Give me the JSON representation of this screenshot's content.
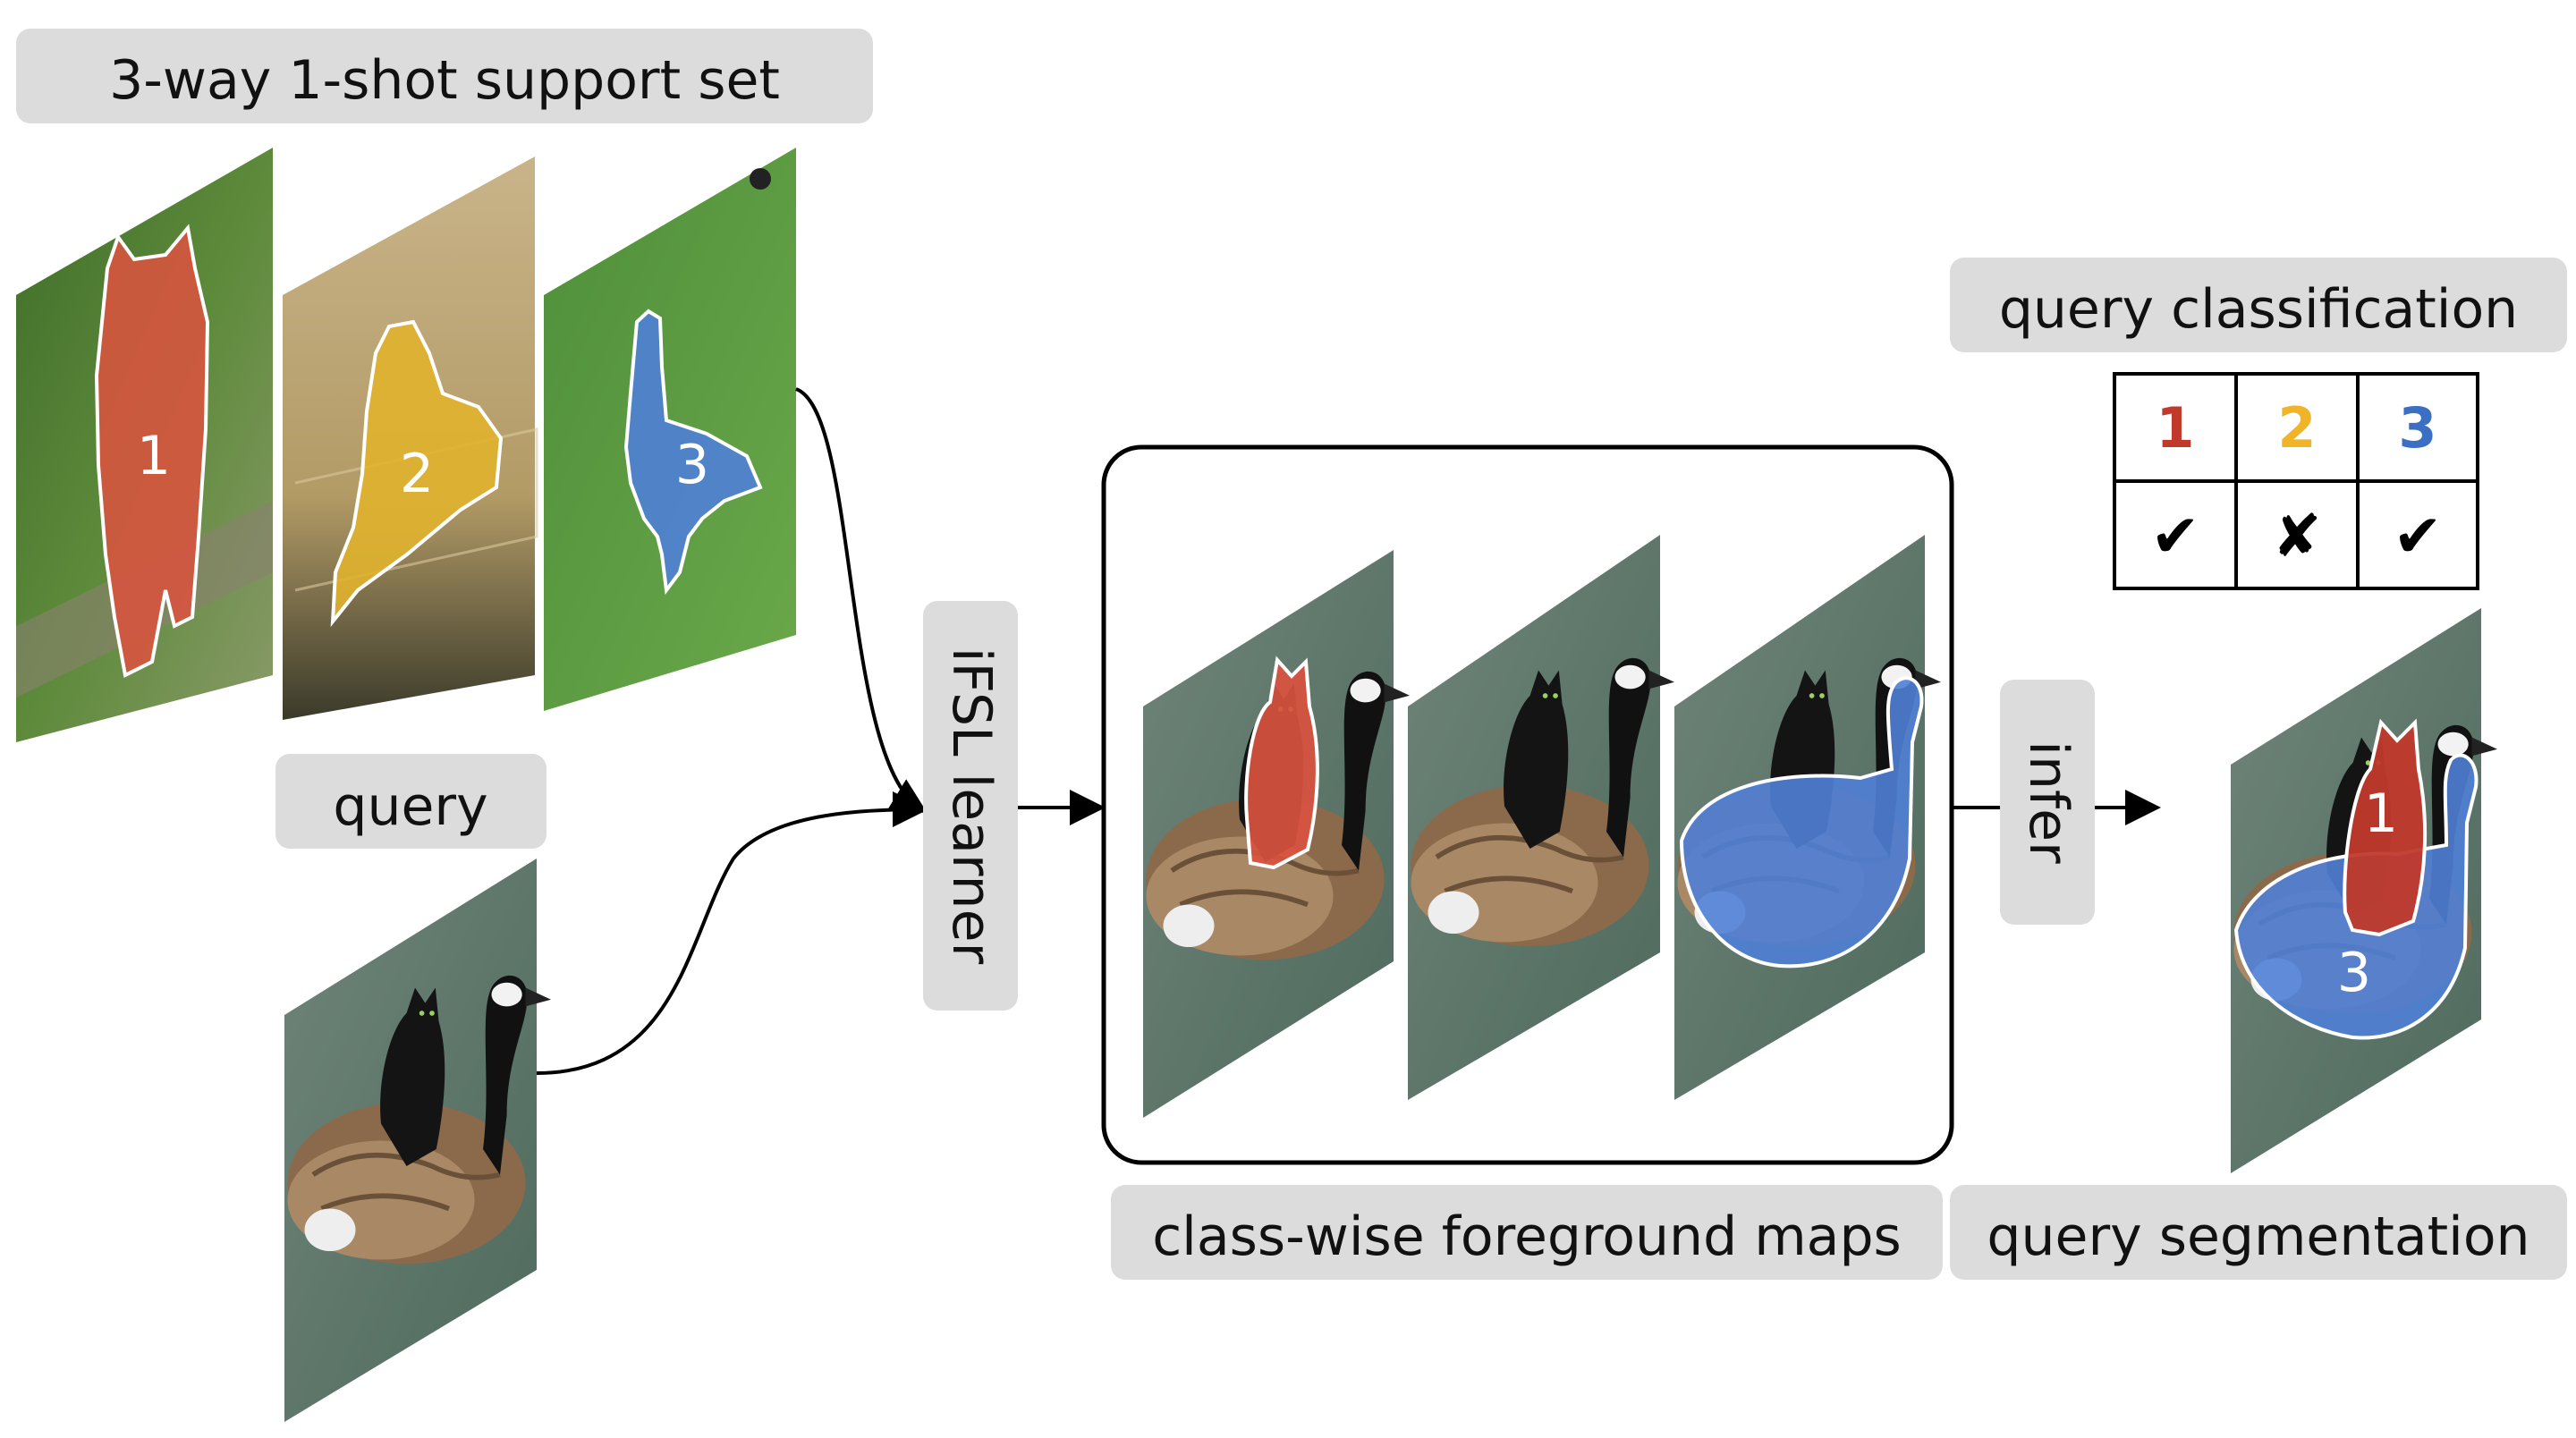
{
  "labels": {
    "support_set": "3-way 1-shot support set",
    "query": "query",
    "learner": "iFSL learner",
    "foreground_maps": "class-wise foreground maps",
    "infer": "infer",
    "query_classification": "query classification",
    "query_segmentation": "query segmentation"
  },
  "support_masks": [
    "1",
    "2",
    "3"
  ],
  "segmentation_masks": [
    "1",
    "3"
  ],
  "classification": {
    "classes": [
      {
        "label": "1",
        "color": "#c0392b"
      },
      {
        "label": "2",
        "color": "#f0b429"
      },
      {
        "label": "3",
        "color": "#3a6fc4"
      }
    ],
    "results": [
      "✔",
      "✘",
      "✔"
    ]
  },
  "colors": {
    "class_1": "#d9533f",
    "class_2": "#e0b22e",
    "class_3": "#4f7fd6",
    "pill_background": "#dcdcdc"
  }
}
